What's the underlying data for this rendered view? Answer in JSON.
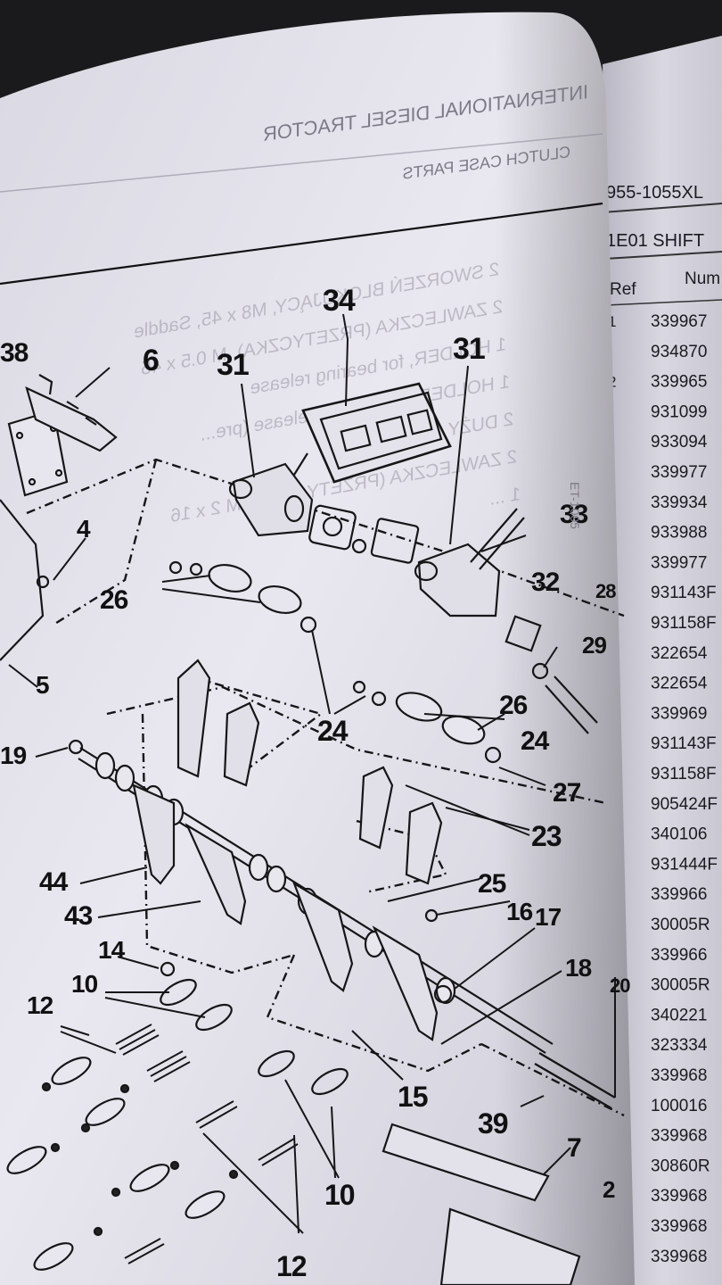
{
  "left_page": {
    "header": {
      "title": "INTERNATIONAL DIESEL TRACTOR",
      "subtitle": "CLUTCH CASE PARTS"
    },
    "bleed_through_lines": [
      "2   SWORZEŃ BLOKUJĄCY, M8 x 45, Saddle",
      "2   ZAWLECZKA (PRZETYCZKA), M 0.5 x 45",
      "1   HOLDER, for bearing release",
      "1   HOLDER, for bearing release (pre...",
      "2   DUŻY SWORZEŃ",
      "2   ZAWLECZKA (PRZETYCZKA), M 2 x 16",
      "1   ..."
    ],
    "callouts": [
      {
        "id": "38",
        "label": "38"
      },
      {
        "id": "6",
        "label": "6"
      },
      {
        "id": "31a",
        "label": "31"
      },
      {
        "id": "34",
        "label": "34"
      },
      {
        "id": "31b",
        "label": "31"
      },
      {
        "id": "4",
        "label": "4"
      },
      {
        "id": "33",
        "label": "33"
      },
      {
        "id": "32",
        "label": "32"
      },
      {
        "id": "26a",
        "label": "26"
      },
      {
        "id": "28",
        "label": "28"
      },
      {
        "id": "29",
        "label": "29"
      },
      {
        "id": "5",
        "label": "5"
      },
      {
        "id": "24a",
        "label": "24"
      },
      {
        "id": "26b",
        "label": "26"
      },
      {
        "id": "24b",
        "label": "24"
      },
      {
        "id": "19",
        "label": "19"
      },
      {
        "id": "27",
        "label": "27"
      },
      {
        "id": "23",
        "label": "23"
      },
      {
        "id": "44",
        "label": "44"
      },
      {
        "id": "25",
        "label": "25"
      },
      {
        "id": "16",
        "label": "16"
      },
      {
        "id": "17",
        "label": "17"
      },
      {
        "id": "43",
        "label": "43"
      },
      {
        "id": "14",
        "label": "14"
      },
      {
        "id": "18",
        "label": "18"
      },
      {
        "id": "10a",
        "label": "10"
      },
      {
        "id": "12a",
        "label": "12"
      },
      {
        "id": "15",
        "label": "15"
      },
      {
        "id": "39",
        "label": "39"
      },
      {
        "id": "7",
        "label": "7"
      },
      {
        "id": "10b",
        "label": "10"
      },
      {
        "id": "2",
        "label": "2"
      },
      {
        "id": "12b",
        "label": "12"
      },
      {
        "id": "20",
        "label": "20"
      }
    ],
    "side_code": "ET-1005"
  },
  "right_page": {
    "model": "955-1055XL",
    "section": "1E01 SHIFT",
    "columns": [
      "Ref",
      "Num"
    ],
    "rows": [
      {
        "ref": "1",
        "num": "339967"
      },
      {
        "ref": "",
        "num": "934870"
      },
      {
        "ref": "2",
        "num": "339965"
      },
      {
        "ref": "",
        "num": "931099"
      },
      {
        "ref": "",
        "num": "933094"
      },
      {
        "ref": "",
        "num": "339977"
      },
      {
        "ref": "",
        "num": "339934"
      },
      {
        "ref": "",
        "num": "933988"
      },
      {
        "ref": "",
        "num": "339977"
      },
      {
        "ref": "",
        "num": "931143F"
      },
      {
        "ref": "",
        "num": "931158F"
      },
      {
        "ref": "",
        "num": "322654"
      },
      {
        "ref": "",
        "num": "322654"
      },
      {
        "ref": "",
        "num": "339969"
      },
      {
        "ref": "",
        "num": "931143F"
      },
      {
        "ref": "",
        "num": "931158F"
      },
      {
        "ref": "",
        "num": "905424F"
      },
      {
        "ref": "",
        "num": "340106"
      },
      {
        "ref": "",
        "num": "931444F"
      },
      {
        "ref": "",
        "num": "339966"
      },
      {
        "ref": "",
        "num": "30005R"
      },
      {
        "ref": "",
        "num": "339966"
      },
      {
        "ref": "",
        "num": "30005R"
      },
      {
        "ref": "",
        "num": "340221"
      },
      {
        "ref": "",
        "num": "323334"
      },
      {
        "ref": "",
        "num": "339968"
      },
      {
        "ref": "",
        "num": "100016"
      },
      {
        "ref": "",
        "num": "339968"
      },
      {
        "ref": "",
        "num": "30860R"
      },
      {
        "ref": "",
        "num": "339968"
      },
      {
        "ref": "",
        "num": "339968"
      },
      {
        "ref": "",
        "num": "339968"
      }
    ]
  }
}
